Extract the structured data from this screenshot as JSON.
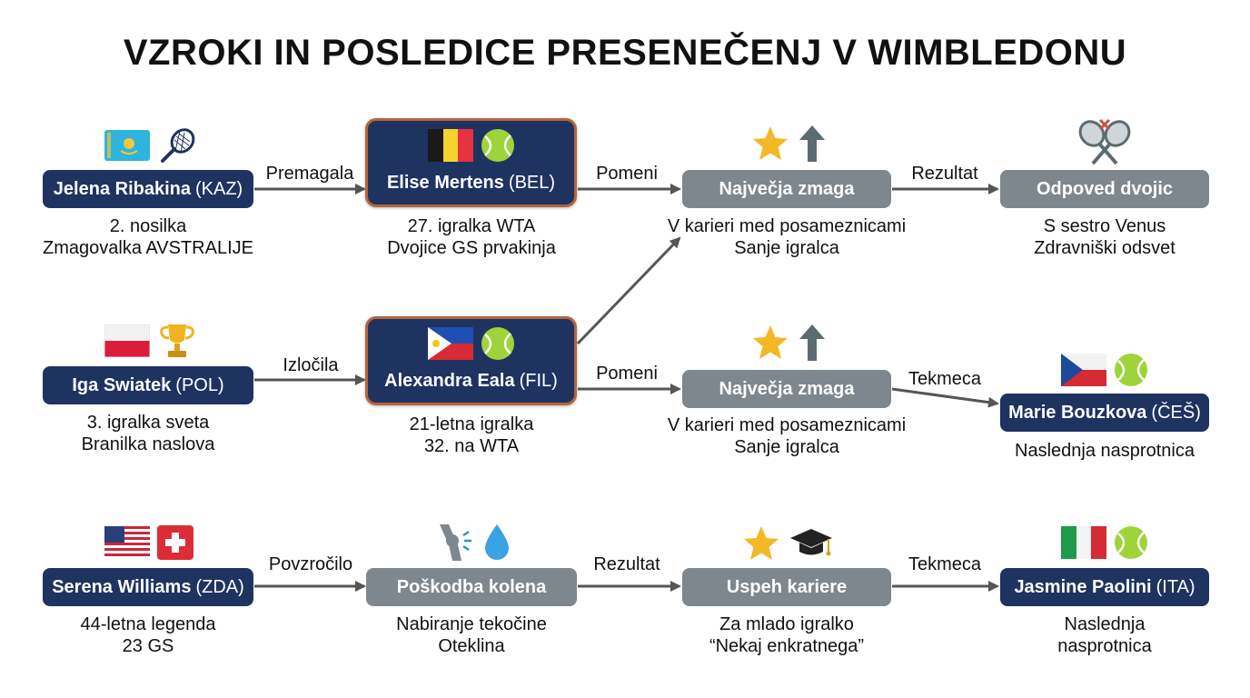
{
  "title": "VZROKI IN POSLEDICE PRESENEČENJ V WIMBLEDONU",
  "colors": {
    "dark_node": "#1f3361",
    "gray_node": "#7e878e",
    "highlight_border": "#b5653c",
    "arrow": "#555555"
  },
  "rows": [
    {
      "player": {
        "name": "Jelena Ribakina",
        "country": "(KAZ)",
        "line1": "2. nosilka",
        "line2": "Zmagovalka AVSTRALIJE",
        "icons": [
          "kazakhstan-flag-icon",
          "tennis-racket-icon"
        ]
      },
      "edge1": "Premagala",
      "opponent": {
        "name": "Elise Mertens",
        "country": "(BEL)",
        "line1": "27. igralka WTA",
        "line2": "Dvojice GS prvakinja",
        "icons": [
          "belgium-flag-icon",
          "tennis-ball-icon"
        ]
      },
      "edge2": "Pomeni",
      "meaning": {
        "label": "Največja zmaga",
        "line1": "V karieri med posameznicami",
        "line2": "Sanje igralca",
        "icons": [
          "star-icon",
          "up-arrow-icon"
        ]
      },
      "edge3": "Rezultat",
      "outcome": {
        "label": "Odpoved dvojic",
        "line1": "S sestro Venus",
        "line2": "Zdravniški odsvet",
        "icons": [
          "crossed-rackets-icon"
        ]
      }
    },
    {
      "player": {
        "name": "Iga Swiatek",
        "country": "(POL)",
        "line1": "3. igralka sveta",
        "line2": "Branilka naslova",
        "icons": [
          "poland-flag-icon",
          "trophy-icon"
        ]
      },
      "edge1": "Izločila",
      "opponent": {
        "name": "Alexandra Eala",
        "country": "(FIL)",
        "line1": "21-letna igralka",
        "line2": "32. na WTA",
        "icons": [
          "philippines-flag-icon",
          "tennis-ball-icon"
        ]
      },
      "edge2": "Pomeni",
      "meaning": {
        "label": "Največja zmaga",
        "line1": "V karieri med posameznicami",
        "line2": "Sanje igralca",
        "icons": [
          "star-icon",
          "up-arrow-icon"
        ]
      },
      "edge3": "Tekmeca",
      "outcome": {
        "name": "Marie Bouzkova",
        "country": "(ČEŠ)",
        "line1": "Naslednja nasprotnica",
        "icons": [
          "czech-flag-icon",
          "tennis-ball-icon"
        ]
      }
    },
    {
      "player": {
        "name": "Serena Williams",
        "country": "(ZDA)",
        "line1": "44-letna legenda",
        "line2": "23 GS",
        "icons": [
          "usa-flag-icon",
          "swiss-flag-icon"
        ]
      },
      "edge1": "Povzročilo",
      "opponent": {
        "label": "Poškodba kolena",
        "line1": "Nabiranje tekočine",
        "line2": "Oteklina",
        "icons": [
          "knee-joint-icon",
          "water-drop-icon"
        ]
      },
      "edge2": "Rezultat",
      "meaning": {
        "label": "Uspeh kariere",
        "line1": "Za mlado igralko",
        "line2": "“Nekaj enkratnega”",
        "icons": [
          "star-icon",
          "graduation-cap-icon"
        ]
      },
      "edge3": "Tekmeca",
      "outcome": {
        "name": "Jasmine Paolini",
        "country": "(ITA)",
        "line1": "Naslednja",
        "line2": "nasprotnica",
        "icons": [
          "italy-flag-icon",
          "tennis-ball-icon"
        ]
      }
    }
  ]
}
